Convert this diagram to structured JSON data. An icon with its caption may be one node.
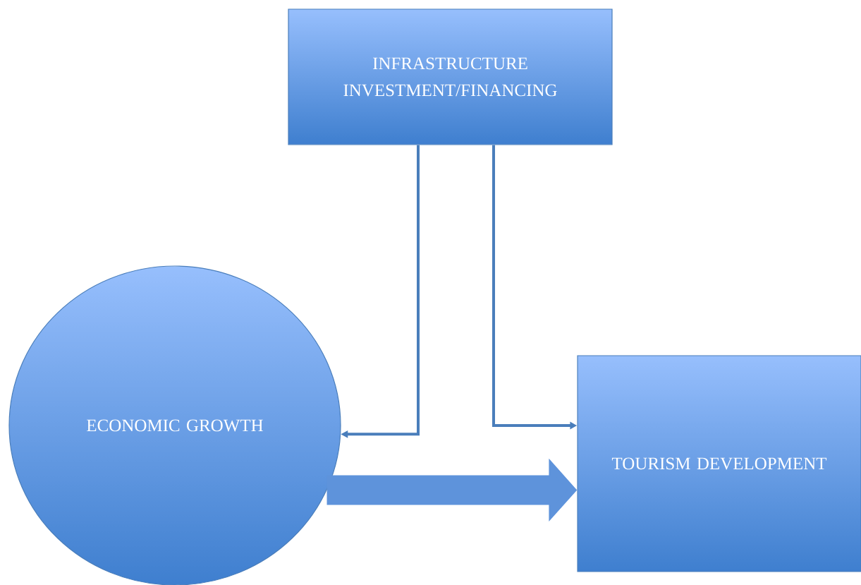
{
  "diagram": {
    "nodes": [
      {
        "text": [
          "INFRASTRUCTURE INVESTMENT/FINANCING"
        ]
      },
      {
        "text": [
          "ECONOMIC GROWTH"
        ]
      },
      {
        "text": [
          "TOURISM DEVELOPMENT"
        ]
      }
    ],
    "edges": [
      {
        "from": 0,
        "to": 1,
        "arrow": "to"
      },
      {
        "from": 0,
        "to": 2,
        "arrow": "to"
      },
      {
        "from": 1,
        "to": 2,
        "arrow": "to",
        "style": "thick"
      }
    ]
  }
}
